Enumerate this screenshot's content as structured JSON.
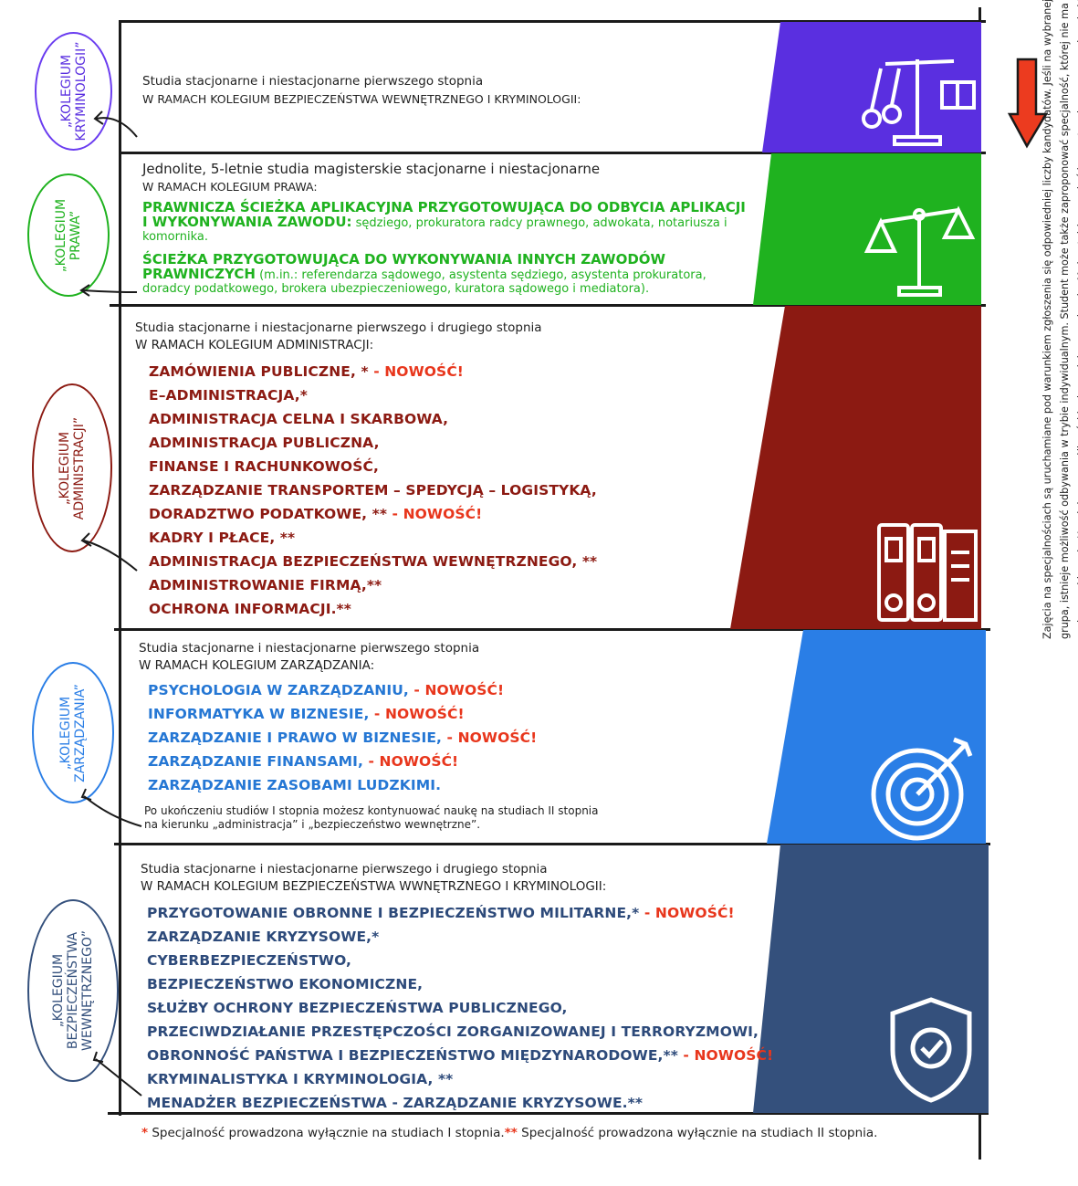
{
  "colors": {
    "purple": "#5a2fe0",
    "green": "#1fb21f",
    "red": "#8c1a12",
    "blue": "#2a7ee6",
    "navy": "#34507c",
    "accent": "#e8361c"
  },
  "sections": [
    {
      "college": "„KOLEGIUM\nKRYMINOLOGII”",
      "intro1": "Studia stacjonarne i niestacjonarne pierwszego stopnia",
      "intro2": "W RAMACH KOLEGIUM BEZPIECZEŃSTWA WEWNĘTRZNEGO I KRYMINOLOGII:",
      "icon": "scales-handcuffs-book-icon"
    },
    {
      "college": "„KOLEGIUM\nPRAWA”",
      "intro1": "Jednolite, 5-letnie studia magisterskie stacjonarne i niestacjonarne",
      "intro2": "W RAMACH KOLEGIUM PRAWA:",
      "path1_bold": "PRAWNICZA ŚCIEŻKA APLIKACYJNA PRZYGOTOWUJĄCA DO ODBYCIA APLIKACJI I WYKONYWANIA ZAWODU:",
      "path1_text": " sędziego, prokuratora radcy prawnego, adwokata, notariusza i komornika.",
      "path2_bold": "ŚCIEŻKA PRZYGOTOWUJĄCA DO WYKONYWANIA INNYCH ZAWODÓW PRAWNICZYCH",
      "path2_text": " (m.in.: referendarza sądowego, asystenta sędziego, asystenta prokuratora, doradcy podatkowego, brokera ubezpieczeniowego, kuratora sądowego i mediatora).",
      "icon": "scales-icon"
    },
    {
      "college": "„KOLEGIUM\nADMINISTRACJI”",
      "intro1": "Studia stacjonarne i niestacjonarne pierwszego i drugiego stopnia",
      "intro2": "W RAMACH KOLEGIUM ADMINISTRACJI:",
      "items": [
        {
          "t": "ZAMÓWIENIA PUBLICZNE, *",
          "n": " - NOWOŚĆ!"
        },
        {
          "t": "E–ADMINISTRACJA,*"
        },
        {
          "t": "ADMINISTRACJA CELNA I SKARBOWA,"
        },
        {
          "t": "ADMINISTRACJA PUBLICZNA,"
        },
        {
          "t": "FINANSE I RACHUNKOWOŚĆ,"
        },
        {
          "t": "ZARZĄDZANIE TRANSPORTEM – SPEDYCJĄ – LOGISTYKĄ,"
        },
        {
          "t": "DORADZTWO PODATKOWE, **",
          "n": " - NOWOŚĆ!"
        },
        {
          "t": "KADRY I PŁACE, **"
        },
        {
          "t": "ADMINISTRACJA BEZPIECZEŃSTWA WEWNĘTRZNEGO, **"
        },
        {
          "t": "ADMINISTROWANIE FIRMĄ,**"
        },
        {
          "t": "OCHRONA INFORMACJI.**"
        }
      ],
      "icon": "binders-icon"
    },
    {
      "college": "„KOLEGIUM\nZARZĄDZANIA”",
      "intro1": "Studia stacjonarne i niestacjonarne pierwszego stopnia",
      "intro2": "W RAMACH KOLEGIUM ZARZĄDZANIA:",
      "items": [
        {
          "t": "PSYCHOLOGIA W ZARZĄDZANIU,",
          "n": " - NOWOŚĆ!"
        },
        {
          "t": "INFORMATYKA W BIZNESIE,",
          "n": " - NOWOŚĆ!"
        },
        {
          "t": "ZARZĄDZANIE I PRAWO W BIZNESIE,",
          "n": " - NOWOŚĆ!"
        },
        {
          "t": "ZARZĄDZANIE FINANSAMI,",
          "n": " - NOWOŚĆ!"
        },
        {
          "t": "ZARZĄDZANIE ZASOBAMI LUDZKIMI."
        }
      ],
      "note1": "Po ukończeniu studiów I stopnia możesz kontynuować naukę na studiach II stopnia",
      "note2": "na kierunku „administracja” i „bezpieczeństwo wewnętrzne”.",
      "icon": "target-icon"
    },
    {
      "college": "„KOLEGIUM\nBEZPIECZEŃSTWA\nWEWNĘTRZNEGO”",
      "intro1": "Studia stacjonarne i niestacjonarne pierwszego i drugiego stopnia",
      "intro2": "W RAMACH KOLEGIUM BEZPIECZEŃSTWA WWNĘTRZNEGO I KRYMINOLOGII:",
      "items": [
        {
          "t": "PRZYGOTOWANIE OBRONNE I BEZPIECZEŃSTWO MILITARNE,*",
          "n": " - NOWOŚĆ!"
        },
        {
          "t": "ZARZĄDZANIE KRYZYSOWE,*"
        },
        {
          "t": "CYBERBEZPIECZEŃSTWO,"
        },
        {
          "t": "BEZPIECZEŃSTWO EKONOMICZNE,"
        },
        {
          "t": "SŁUŻBY OCHRONY BEZPIECZEŃSTWA PUBLICZNEGO,"
        },
        {
          "t": "PRZECIWDZIAŁANIE PRZESTĘPCZOŚCI ZORGANIZOWANEJ I TERRORYZMOWI,"
        },
        {
          "t": "OBRONNOŚĆ PAŃSTWA I BEZPIECZEŃSTWO MIĘDZYNARODOWE,**",
          "n": " - NOWOŚĆ!"
        },
        {
          "t": "KRYMINALISTYKA I KRYMINOLOGIA, **"
        },
        {
          "t": "MENADŻER BEZPIECZEŃSTWA - ZARZĄDZANIE KRYZYSOWE.**"
        }
      ],
      "icon": "shield-check-icon"
    }
  ],
  "footer": {
    "star1": "*",
    "text1": " Specjalność prowadzona wyłącznie na studiach I stopnia.",
    "star2": "**",
    "text2": " Specjalność prowadzona wyłącznie na studiach II stopnia."
  },
  "side_note": "Zajęcia na specjalnościach są uruchamiane pod warunkiem zgłoszenia się odpowiedniej liczby kandydatów. Jeśli na wybranej przez studenta specjalności nie zostanie utworzona grupa, istnieje możliwość odbywania w trybie indywidualnym. Student może także zaproponować specjalność, której nie ma na liście WSPiA i zrealizować ją w trybie indywidualnym pod warunkiem, że Uczelnia ma możliwości kadrowe jej prowadzenia. Można także mnożyć kompetencje poprzez wybranie kilku specjalności."
}
